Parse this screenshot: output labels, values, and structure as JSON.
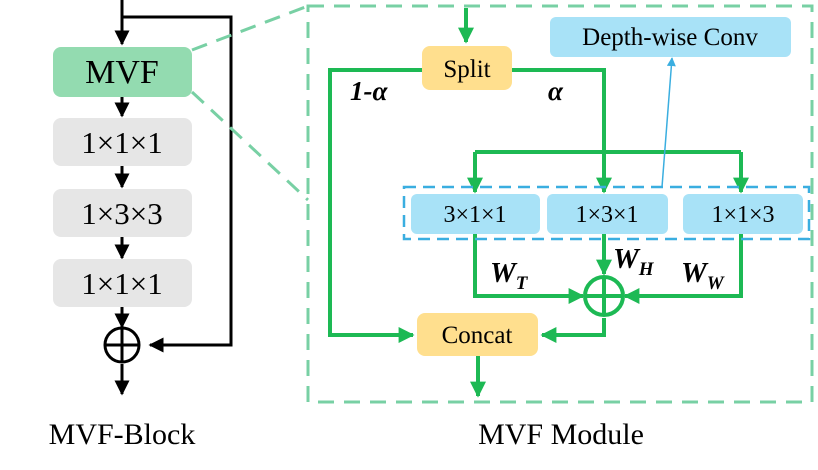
{
  "block": {
    "caption": "MVF-Block",
    "mvf_label": "MVF",
    "layers": [
      "1×1×1",
      "1×3×3",
      "1×1×1"
    ]
  },
  "module": {
    "caption": "MVF Module",
    "split_label": "Split",
    "concat_label": "Concat",
    "depthwise_label": "Depth-wise Conv",
    "left_weight": "1-α",
    "right_weight": "α",
    "convs": [
      "3×1×1",
      "1×3×1",
      "1×1×3"
    ],
    "weights": {
      "t": {
        "main": "W",
        "sub": "T"
      },
      "h": {
        "main": "W",
        "sub": "H"
      },
      "w": {
        "main": "W",
        "sub": "W"
      }
    }
  },
  "colors": {
    "green_line": "#1db954",
    "dashed_green": "#78d0a4",
    "mvf_fill": "#93dbb0",
    "gray_fill": "#e6e6e6",
    "yellow_fill": "#ffdf8e",
    "blue_fill": "#a8e2f7",
    "blue_dash": "#3aaee0",
    "black": "#000000"
  },
  "icons": [
    "oplus-icon",
    "arrow-icon"
  ]
}
